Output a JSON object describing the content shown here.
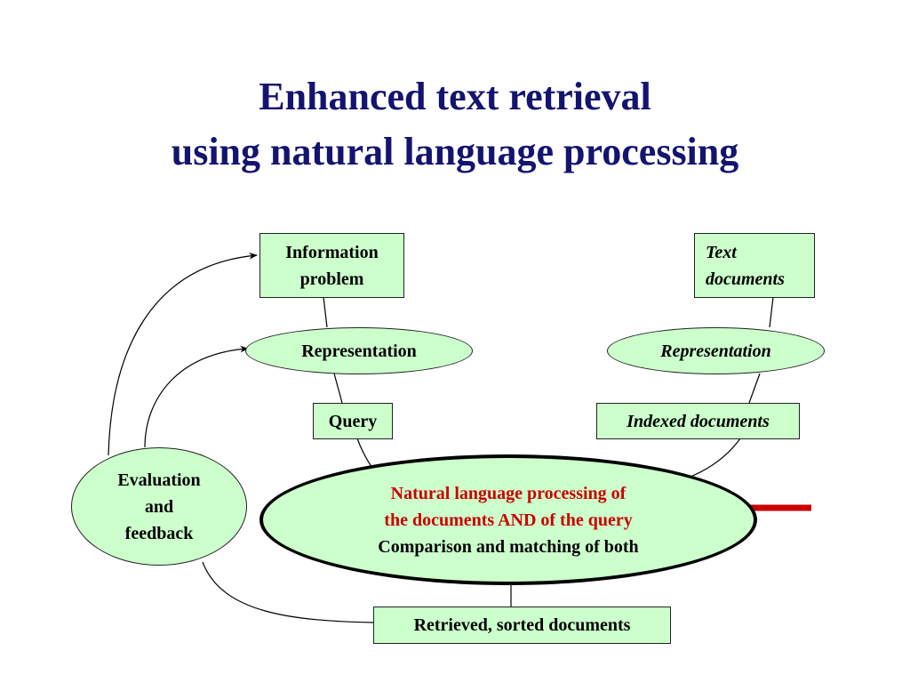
{
  "title": {
    "line1": "Enhanced text retrieval",
    "line2": "using natural language processing"
  },
  "nodes": {
    "info_problem": [
      "Information",
      "problem"
    ],
    "query_representation": "Representation",
    "query": "Query",
    "text_documents": [
      "Text",
      "documents"
    ],
    "doc_representation": "Representation",
    "indexed_documents": "Indexed documents",
    "evaluation": [
      "Evaluation",
      "and",
      "feedback"
    ],
    "nlp": {
      "line1": "Natural language processing of",
      "line2": "the documents AND of the query",
      "line3": "Comparison and matching of both"
    },
    "retrieved": "Retrieved, sorted documents"
  },
  "colors": {
    "title": "#141470",
    "node_fill": "#ccffcc",
    "highlight_text": "#cc0000",
    "pointer_arrow": "#cc0000"
  }
}
